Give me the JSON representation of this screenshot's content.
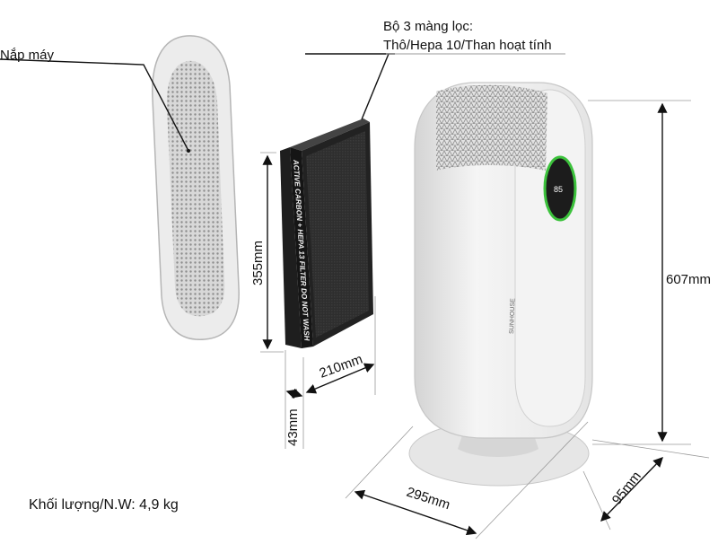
{
  "labels": {
    "cover": "Nắp máy",
    "filter_set_line1": "Bộ 3 màng lọc:",
    "filter_set_line2": "Thô/Hepa 10/Than hoạt tính",
    "weight": "Khối lượng/N.W: 4,9 kg"
  },
  "filter": {
    "side_text": "ACTIVE CARBON + HEPA 13 FILTER DO NOT WASH"
  },
  "device": {
    "brand": "SUNHOUSE",
    "accent_color": "#3cc23c"
  },
  "dimensions": {
    "filter_height": "355mm",
    "filter_width": "210mm",
    "filter_depth": "43mm",
    "device_height": "607mm",
    "device_width": "295mm",
    "device_depth": "95mm"
  }
}
